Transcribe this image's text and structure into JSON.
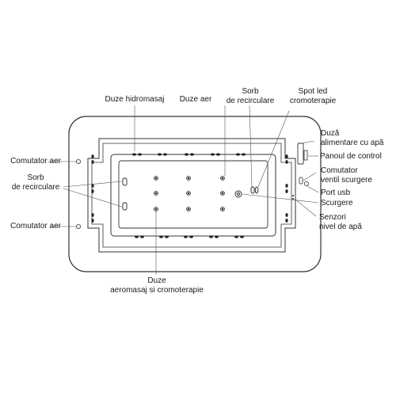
{
  "labels": {
    "duze_hidromasaj": "Duze hidromasaj",
    "duze_aer": "Duze aer",
    "sorb_top": "Sorb\nde recirculare",
    "spot_led": "Spot led\ncromoterapie",
    "duza_alimentare": "Duză\nalimentare cu apă",
    "panou_control": "Panoul de control",
    "comutator_aer_top": "Comutator aer",
    "sorb_left": "Sorb\nde recirculare",
    "comutator_ventil": "Comutator\nventil scurgere",
    "port_usb": "Port usb",
    "scurgere": "Scurgere",
    "comutator_aer_bottom": "Comutator aer",
    "senzori": "Senzori\nnivel de apă",
    "duze_aeromasaj": "Duze\naeromasaj si cromoterapie"
  },
  "colors": {
    "outline": "#333333",
    "leader": "#555555",
    "jet": "#222222"
  }
}
